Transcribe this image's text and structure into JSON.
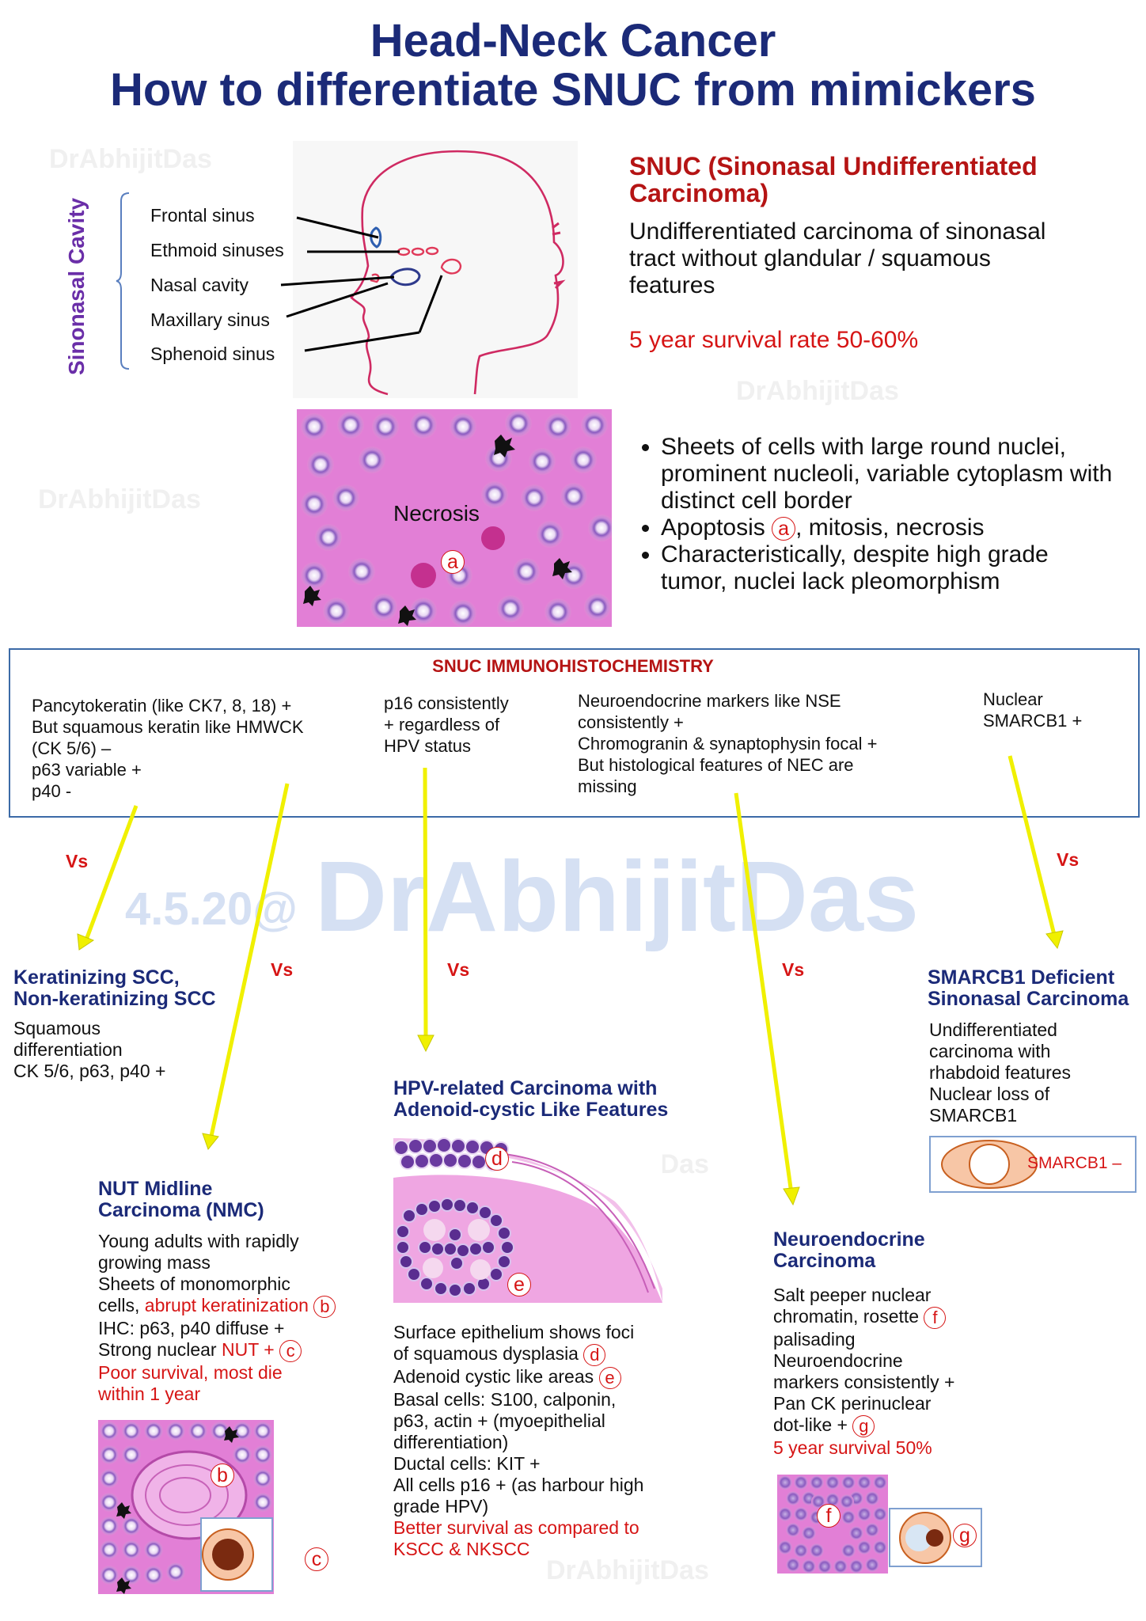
{
  "title": {
    "line1": "Head-Neck Cancer",
    "line2": "How to differentiate SNUC from mimickers"
  },
  "watermarks": {
    "small": "DrAbhijitDas",
    "date": "4.5.20@",
    "big": "DrAbhijitDas"
  },
  "sinonasal": {
    "label": "Sinonasal Cavity",
    "items": [
      "Frontal sinus",
      "Ethmoid sinuses",
      "Nasal cavity",
      "Maxillary sinus",
      "Sphenoid sinus"
    ]
  },
  "snuc": {
    "heading": "SNUC (Sinonasal Undifferentiated Carcinoma)",
    "definition": "Undifferentiated carcinoma of sinonasal tract without glandular / squamous features",
    "survival": "5 year survival rate 50-60%",
    "histo_label": "Necrosis",
    "marker_a": "a",
    "bullets": [
      "Sheets of cells with large round nuclei, prominent nucleoli, variable cytoplasm with distinct cell border",
      "Apoptosis",
      ", mitosis, necrosis",
      "Characteristically, despite high grade tumor, nuclei lack pleomorphism"
    ]
  },
  "ihc": {
    "title": "SNUC IMMUNOHISTOCHEMISTRY",
    "col1": [
      "Pancytokeratin (like CK7, 8, 18) +",
      "But squamous keratin like HMWCK",
      "(CK 5/6) –",
      "p63 variable +",
      "p40 -"
    ],
    "col2": [
      "p16 consistently",
      "+ regardless of",
      "HPV status"
    ],
    "col3": [
      "Neuroendocrine markers like NSE",
      "consistently +",
      "Chromogranin & synaptophysin focal +",
      "But histological features of NEC are",
      "missing"
    ],
    "col4": [
      "Nuclear",
      "SMARCB1 +"
    ]
  },
  "vs_label": "Vs",
  "scc": {
    "heading": [
      "Keratinizing SCC,",
      "Non-keratinizing SCC"
    ],
    "body": [
      "Squamous",
      "differentiation",
      "CK 5/6, p63, p40 +"
    ]
  },
  "nmc": {
    "heading": [
      "NUT Midline",
      "Carcinoma (NMC)"
    ],
    "line1": "Young adults with rapidly",
    "line2": "growing mass",
    "line3": "Sheets of monomorphic",
    "line4a": "cells, ",
    "line4b": "abrupt keratinization",
    "line5": "IHC: p63, p40 diffuse +",
    "line6a": "Strong nuclear ",
    "line6b": "NUT +",
    "line7": "Poor survival, most die",
    "line8": "within 1 year",
    "marker_b": "b",
    "marker_c": "c"
  },
  "hpv": {
    "heading": [
      "HPV-related Carcinoma with",
      "Adenoid-cystic Like Features"
    ],
    "line1": "Surface epithelium shows foci",
    "line2": "of squamous dysplasia",
    "line3": "Adenoid cystic like areas",
    "line4": "Basal cells: S100, calponin,",
    "line5": "p63, actin + (myoepithelial",
    "line6": "differentiation)",
    "line7": "Ductal cells: KIT +",
    "line8": "All cells p16 + (as harbour high",
    "line9": "grade HPV)",
    "line10": "Better survival as compared to",
    "line11": "KSCC & NKSCC",
    "marker_d": "d",
    "marker_e": "e"
  },
  "nec": {
    "heading": [
      "Neuroendocrine",
      "Carcinoma"
    ],
    "line1": "Salt peeper nuclear",
    "line2": "chromatin, rosette",
    "line3": "palisading",
    "line4": "Neuroendocrine",
    "line5": "markers consistently +",
    "line6": "Pan CK perinuclear",
    "line7": "dot-like +",
    "line8": "5 year survival 50%",
    "marker_f": "f",
    "marker_g": "g"
  },
  "smarcb1": {
    "heading": [
      "SMARCB1 Deficient",
      "Sinonasal Carcinoma"
    ],
    "body": [
      "Undifferentiated",
      "carcinoma with",
      "rhabdoid features",
      "Nuclear loss of",
      "SMARCB1"
    ],
    "stain_label": "SMARCB1 –"
  },
  "colors": {
    "title": "#1b2a78",
    "red": "#d61515",
    "box_border": "#3c6aa7",
    "arrow": "#f0f000",
    "tissue_pink": "#e27fd6",
    "nucleus_purple": "#7a4fb3"
  }
}
